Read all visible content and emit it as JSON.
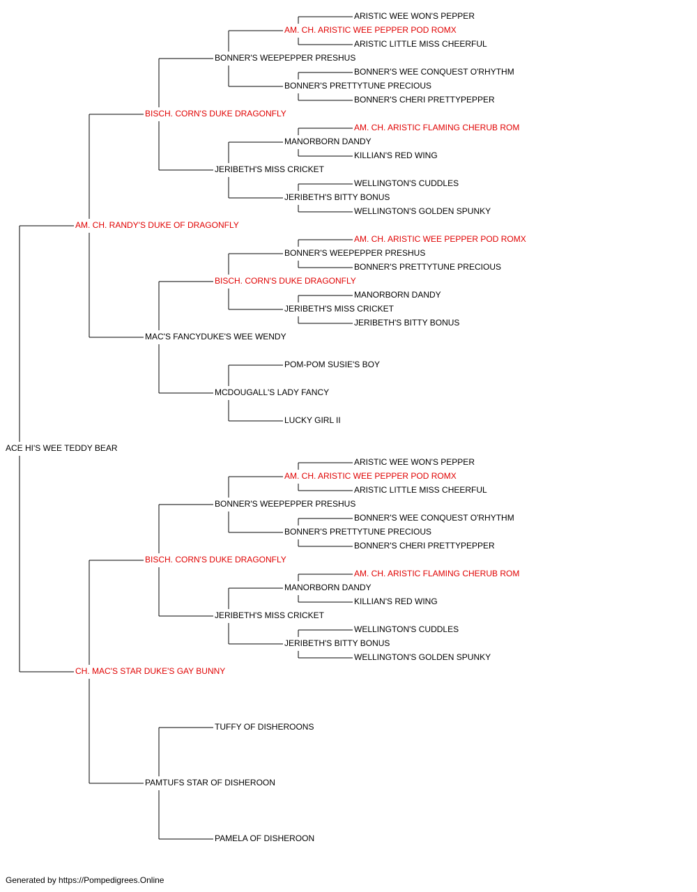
{
  "colors": {
    "normal": "#000000",
    "champion": "#e00000",
    "line": "#000000"
  },
  "pedigree": {
    "name": "ACE HI'S WEE TEDDY BEAR",
    "sire": {
      "name": "AM. CH. RANDY'S DUKE OF DRAGONFLY",
      "champion": true,
      "sire": {
        "name": "BISCH. CORN'S DUKE DRAGONFLY",
        "champion": true,
        "sire": {
          "name": "BONNER'S WEEPEPPER PRESHUS",
          "sire": {
            "name": "AM. CH. ARISTIC WEE PEPPER POD ROMX",
            "champion": true,
            "sire": {
              "name": "ARISTIC WEE WON'S PEPPER"
            },
            "dam": {
              "name": "ARISTIC LITTLE MISS CHEERFUL"
            }
          },
          "dam": {
            "name": "BONNER'S PRETTYTUNE PRECIOUS",
            "sire": {
              "name": "BONNER'S WEE CONQUEST O'RHYTHM"
            },
            "dam": {
              "name": "BONNER'S CHERI PRETTYPEPPER"
            }
          }
        },
        "dam": {
          "name": "JERIBETH'S MISS CRICKET",
          "sire": {
            "name": "MANORBORN DANDY",
            "sire": {
              "name": "AM. CH. ARISTIC FLAMING CHERUB ROM",
              "champion": true
            },
            "dam": {
              "name": "KILLIAN'S RED WING"
            }
          },
          "dam": {
            "name": "JERIBETH'S BITTY BONUS",
            "sire": {
              "name": "WELLINGTON'S CUDDLES"
            },
            "dam": {
              "name": "WELLINGTON'S GOLDEN SPUNKY"
            }
          }
        }
      },
      "dam": {
        "name": "MAC'S FANCYDUKE'S WEE WENDY",
        "sire": {
          "name": "BISCH. CORN'S DUKE DRAGONFLY",
          "champion": true,
          "sire": {
            "name": "BONNER'S WEEPEPPER PRESHUS",
            "sire": {
              "name": "AM. CH. ARISTIC WEE PEPPER POD ROMX",
              "champion": true
            },
            "dam": {
              "name": "BONNER'S PRETTYTUNE PRECIOUS"
            }
          },
          "dam": {
            "name": "JERIBETH'S MISS CRICKET",
            "sire": {
              "name": "MANORBORN DANDY"
            },
            "dam": {
              "name": "JERIBETH'S BITTY BONUS"
            }
          }
        },
        "dam": {
          "name": "MCDOUGALL'S LADY FANCY",
          "sire": {
            "name": "POM-POM SUSIE'S BOY"
          },
          "dam": {
            "name": "LUCKY GIRL II"
          }
        }
      }
    },
    "dam": {
      "name": "CH. MAC'S STAR DUKE'S GAY BUNNY",
      "champion": true,
      "sire": {
        "name": "BISCH. CORN'S DUKE DRAGONFLY",
        "champion": true,
        "sire": {
          "name": "BONNER'S WEEPEPPER PRESHUS",
          "sire": {
            "name": "AM. CH. ARISTIC WEE PEPPER POD ROMX",
            "champion": true,
            "sire": {
              "name": "ARISTIC WEE WON'S PEPPER"
            },
            "dam": {
              "name": "ARISTIC LITTLE MISS CHEERFUL"
            }
          },
          "dam": {
            "name": "BONNER'S PRETTYTUNE PRECIOUS",
            "sire": {
              "name": "BONNER'S WEE CONQUEST O'RHYTHM"
            },
            "dam": {
              "name": "BONNER'S CHERI PRETTYPEPPER"
            }
          }
        },
        "dam": {
          "name": "JERIBETH'S MISS CRICKET",
          "sire": {
            "name": "MANORBORN DANDY",
            "sire": {
              "name": "AM. CH. ARISTIC FLAMING CHERUB ROM",
              "champion": true
            },
            "dam": {
              "name": "KILLIAN'S RED WING"
            }
          },
          "dam": {
            "name": "JERIBETH'S BITTY BONUS",
            "sire": {
              "name": "WELLINGTON'S CUDDLES"
            },
            "dam": {
              "name": "WELLINGTON'S GOLDEN SPUNKY"
            }
          }
        }
      },
      "dam": {
        "name": "PAMTUFS STAR OF DISHEROON",
        "sire": {
          "name": "TUFFY OF DISHEROONS"
        },
        "dam": {
          "name": "PAMELA OF DISHEROON"
        }
      }
    }
  },
  "footer": "Generated by https://Pompedigrees.Online"
}
